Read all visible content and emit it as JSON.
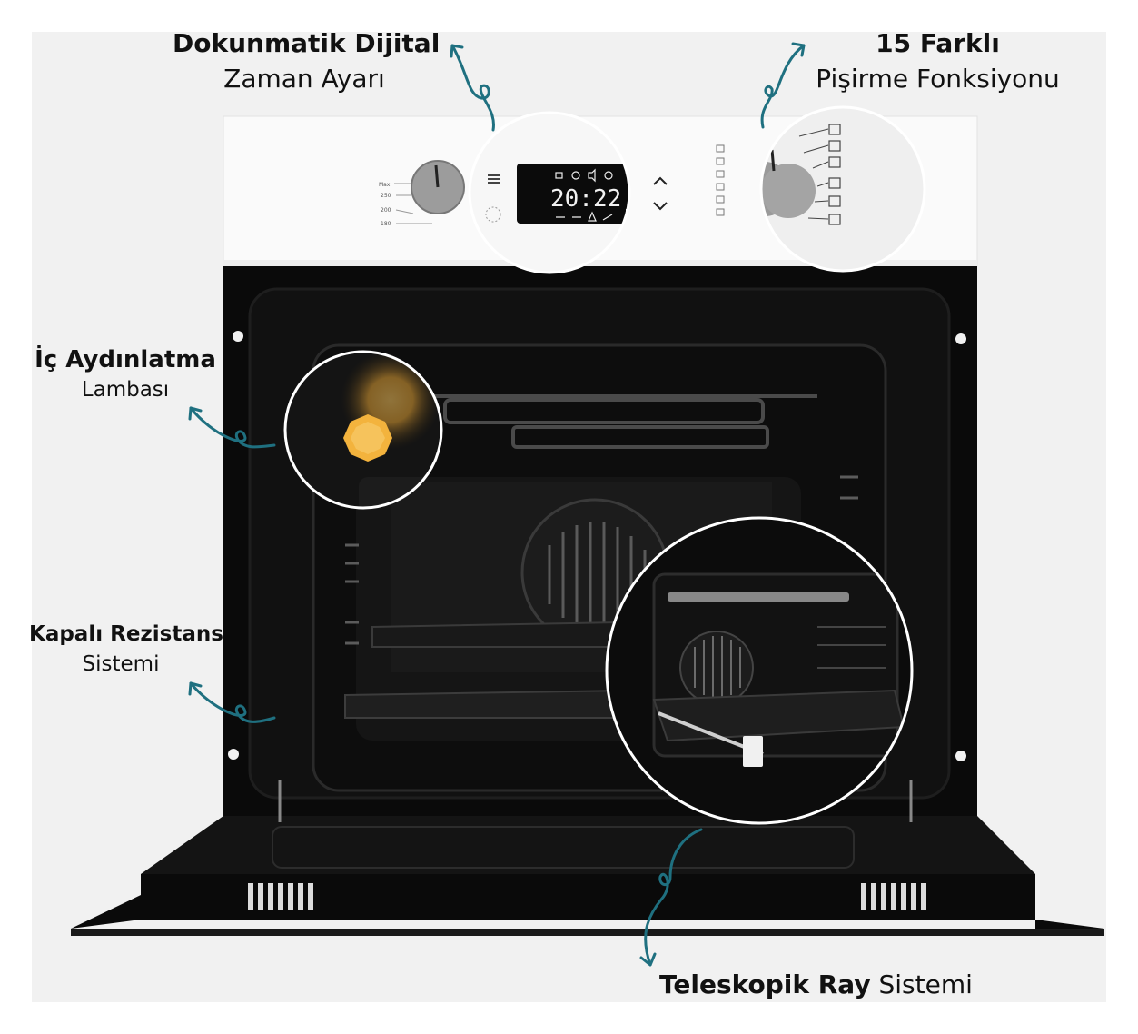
{
  "colors": {
    "arrow": "#1f7080",
    "backdrop": "#f1f1f1",
    "oven_body": "#0a0a0a",
    "control_panel": "#fafafa",
    "lamp": "#f3b33d"
  },
  "callouts": {
    "timer": {
      "title": "Dokunmatik Dijital",
      "subtitle": "Zaman Ayarı"
    },
    "functions": {
      "title": "15 Farklı",
      "subtitle": "Pişirme Fonksiyonu"
    },
    "lamp": {
      "title": "İç Aydınlatma",
      "subtitle": "Lambası"
    },
    "heater": {
      "title": "Kapalı Rezistans",
      "subtitle": "Sistemi"
    },
    "rail": {
      "title": "Teleskopik Ray",
      "subtitle": "Sistemi"
    }
  },
  "control_panel": {
    "display_time": "20:22",
    "temp_scale": [
      "Max",
      "250",
      "200",
      "180"
    ]
  }
}
